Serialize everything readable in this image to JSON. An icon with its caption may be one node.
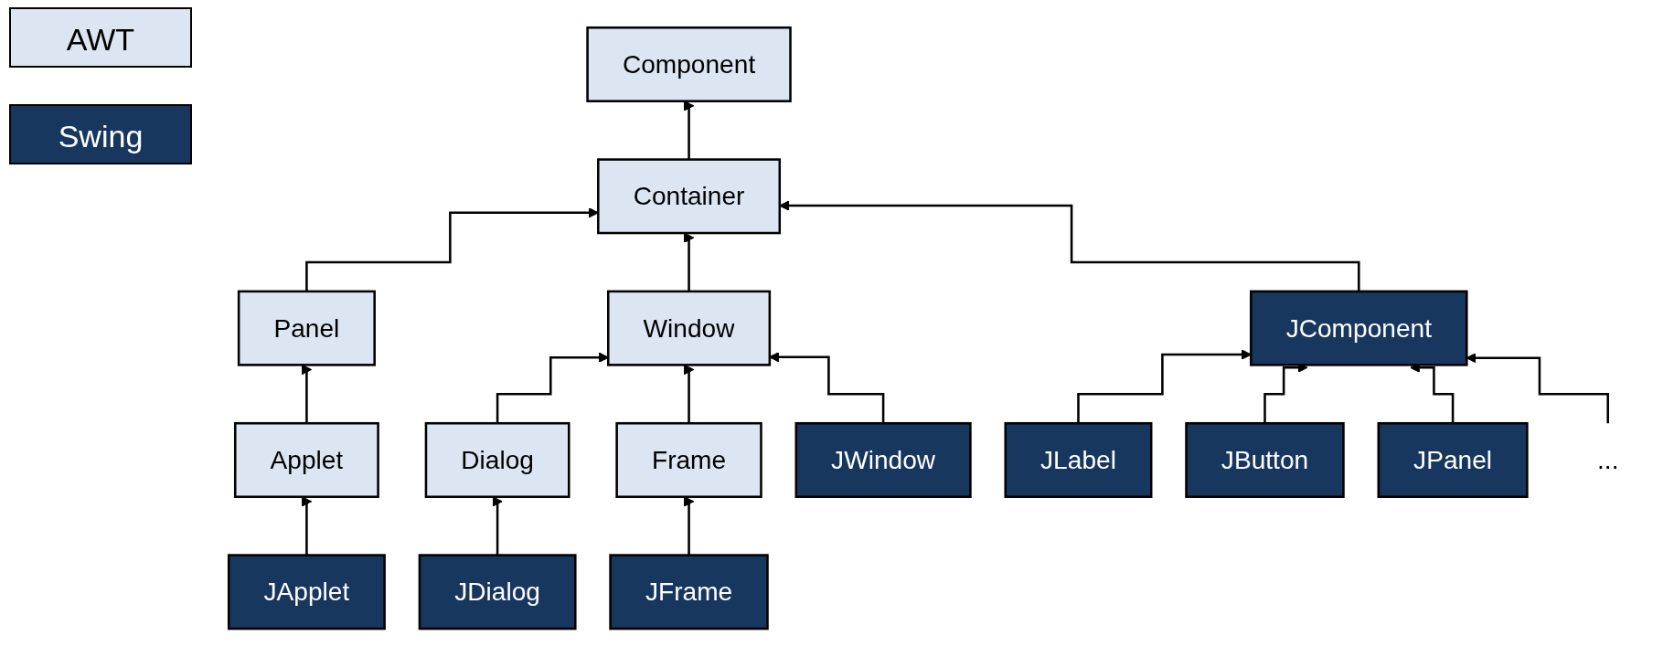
{
  "diagram": {
    "nodes": [
      {
        "text": [
          "Component"
        ]
      },
      {
        "text": [
          "Container"
        ]
      },
      {
        "text": [
          "Panel"
        ]
      },
      {
        "text": [
          "Window"
        ]
      },
      {
        "text": [
          "JComponent"
        ]
      },
      {
        "text": [
          "Applet"
        ]
      },
      {
        "text": [
          "Dialog"
        ]
      },
      {
        "text": [
          "Frame"
        ]
      },
      {
        "text": [
          "JWindow"
        ]
      },
      {
        "text": [
          "JLabel"
        ]
      },
      {
        "text": [
          "JButton"
        ]
      },
      {
        "text": [
          "JPanel"
        ]
      },
      {
        "text": [
          "..."
        ]
      },
      {
        "text": [
          "JApplet"
        ]
      },
      {
        "text": [
          "JDialog"
        ]
      },
      {
        "text": [
          "JFrame"
        ]
      }
    ],
    "edges": [
      {
        "from": 1,
        "to": 0,
        "arrow": "to"
      },
      {
        "from": 2,
        "to": 1,
        "arrow": "to"
      },
      {
        "from": 3,
        "to": 1,
        "arrow": "to"
      },
      {
        "from": 4,
        "to": 1,
        "arrow": "to"
      },
      {
        "from": 5,
        "to": 2,
        "arrow": "to"
      },
      {
        "from": 6,
        "to": 3,
        "arrow": "to"
      },
      {
        "from": 7,
        "to": 3,
        "arrow": "to"
      },
      {
        "from": 8,
        "to": 3,
        "arrow": "to"
      },
      {
        "from": 9,
        "to": 4,
        "arrow": "to"
      },
      {
        "from": 10,
        "to": 4,
        "arrow": "to"
      },
      {
        "from": 11,
        "to": 4,
        "arrow": "to"
      },
      {
        "from": 12,
        "to": 4,
        "arrow": "to"
      },
      {
        "from": 13,
        "to": 5,
        "arrow": "to"
      },
      {
        "from": 14,
        "to": 6,
        "arrow": "to"
      },
      {
        "from": 15,
        "to": 7,
        "arrow": "to"
      }
    ],
    "legend": [
      {
        "text": "AWT",
        "color": "#dce6f2"
      },
      {
        "text": "Swing",
        "color": "#17375e"
      }
    ]
  }
}
